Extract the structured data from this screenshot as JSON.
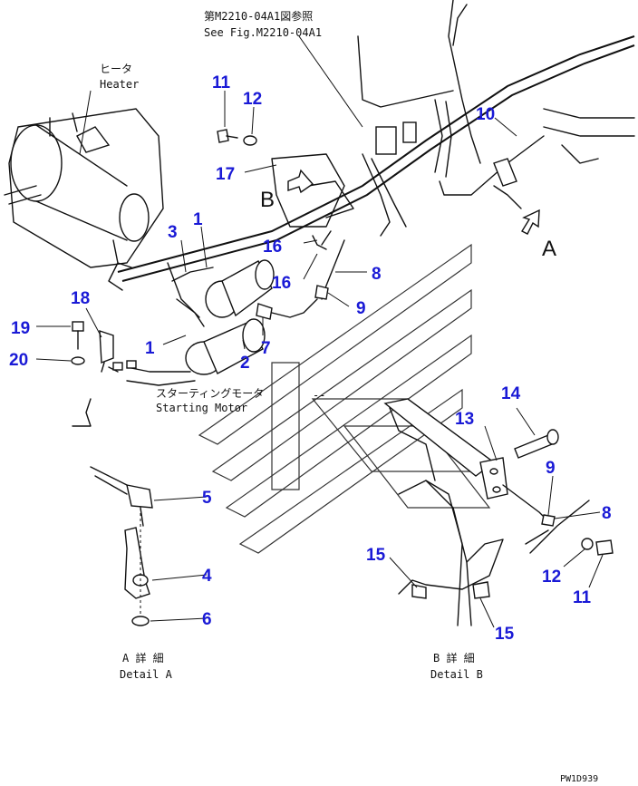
{
  "notes": {
    "ref_jp": "第M2210-04A1図参照",
    "ref_en": "See Fig.M2210-04A1"
  },
  "labels": {
    "heater_jp": "ヒータ",
    "heater_en": "Heater",
    "motor_jp": "スターティングモータ",
    "motor_en": "Starting Motor",
    "detail_a_jp": "A 詳 細",
    "detail_a_en": "Detail A",
    "detail_b_jp": "B 詳 細",
    "detail_b_en": "Detail B",
    "view_a": "A",
    "view_b": "B",
    "dashes": "--"
  },
  "callouts": {
    "c1": "1",
    "c2": "2",
    "c3": "3",
    "c4": "4",
    "c5": "5",
    "c6": "6",
    "c7": "7",
    "c8": "8",
    "c9": "9",
    "c10": "10",
    "c11": "11",
    "c12": "12",
    "c13": "13",
    "c14": "14",
    "c15": "15",
    "c16": "16",
    "c17": "17",
    "c18": "18",
    "c19": "19",
    "c20": "20"
  },
  "drawing_code": "PW1D939",
  "colors": {
    "callout": "#1a1ad6",
    "line": "#111111",
    "background": "#ffffff"
  }
}
